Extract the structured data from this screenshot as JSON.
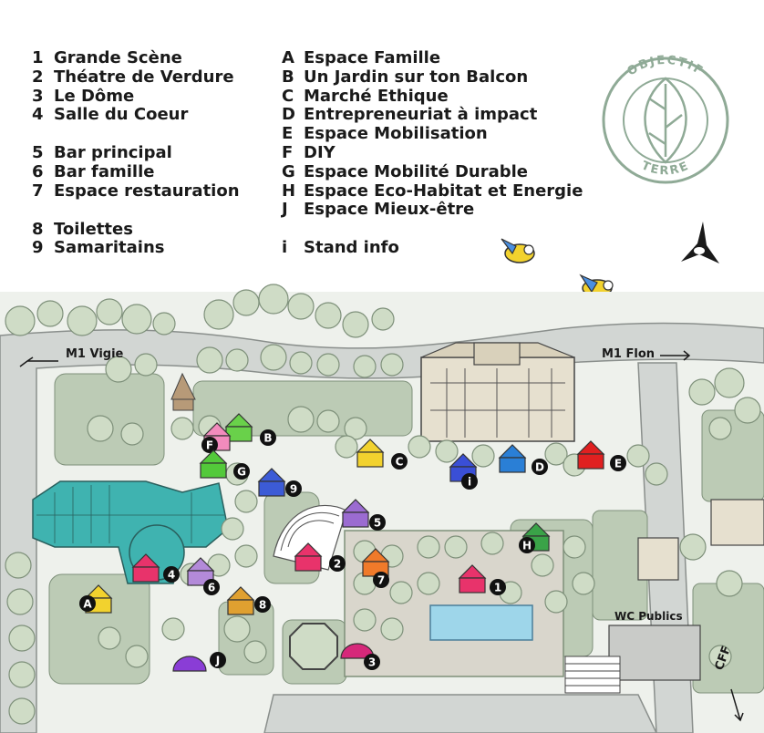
{
  "legend": {
    "numbered_groups": [
      [
        {
          "key": "1",
          "label": "Grande Scène"
        },
        {
          "key": "2",
          "label": "Théatre de Verdure"
        },
        {
          "key": "3",
          "label": "Le Dôme"
        },
        {
          "key": "4",
          "label": "Salle du Coeur"
        }
      ],
      [
        {
          "key": "5",
          "label": "Bar principal"
        },
        {
          "key": "6",
          "label": "Bar famille"
        },
        {
          "key": "7",
          "label": "Espace restauration"
        }
      ],
      [
        {
          "key": "8",
          "label": "Toilettes"
        },
        {
          "key": "9",
          "label": "Samaritains"
        }
      ]
    ],
    "lettered_groups": [
      [
        {
          "key": "A",
          "label": "Espace Famille"
        },
        {
          "key": "B",
          "label": "Un Jardin sur ton Balcon"
        },
        {
          "key": "C",
          "label": "Marché Ethique"
        },
        {
          "key": "D",
          "label": "Entrepreneuriat à impact"
        },
        {
          "key": "E",
          "label": "Espace Mobilisation"
        },
        {
          "key": "F",
          "label": "DIY"
        },
        {
          "key": "G",
          "label": "Espace Mobilité Durable"
        },
        {
          "key": "H",
          "label": "Espace Eco-Habitat et Energie"
        },
        {
          "key": "J",
          "label": "Espace Mieux-être"
        }
      ],
      [
        {
          "key": "i",
          "label": "Stand info"
        }
      ]
    ]
  },
  "logo": {
    "top": "OBJECTIF",
    "bottom": "TERRE",
    "color": "#8faa96"
  },
  "roads": {
    "left": "M1 Vigie",
    "right": "M1 Flon",
    "bottom": "CFF"
  },
  "wc_label": "WC Publics",
  "markers": [
    {
      "id": "1",
      "color": "#e8336b"
    },
    {
      "id": "2",
      "color": "#e8336b"
    },
    {
      "id": "3",
      "color": "#d6287a"
    },
    {
      "id": "4",
      "color": "#e8336b"
    },
    {
      "id": "5",
      "color": "#9b6bd1"
    },
    {
      "id": "6",
      "color": "#b38ad9"
    },
    {
      "id": "7",
      "color": "#f07a2a"
    },
    {
      "id": "8",
      "color": "#e0a030"
    },
    {
      "id": "9",
      "color": "#3c5bd6"
    },
    {
      "id": "A",
      "color": "#f2d22e"
    },
    {
      "id": "B",
      "color": "#69d14a"
    },
    {
      "id": "C",
      "color": "#f2d22e"
    },
    {
      "id": "D",
      "color": "#2a7fd6"
    },
    {
      "id": "E",
      "color": "#e02020"
    },
    {
      "id": "F",
      "color": "#f28bbd"
    },
    {
      "id": "G",
      "color": "#53c93a"
    },
    {
      "id": "H",
      "color": "#3aa348"
    },
    {
      "id": "J",
      "color": "#8a3dd6"
    },
    {
      "id": "i",
      "color": "#3a4fd6"
    }
  ],
  "colors": {
    "ground": "#eef1ec",
    "grass": "#bccbb5",
    "tree": "#cfdcc6",
    "tree_stroke": "#7e907a",
    "path": "#ffffff",
    "road": "#d2d6d3",
    "building": "#e6e0cf",
    "glass": "#3fb3b0",
    "water": "#9ed6ea",
    "plaza": "#d9d6cc"
  }
}
